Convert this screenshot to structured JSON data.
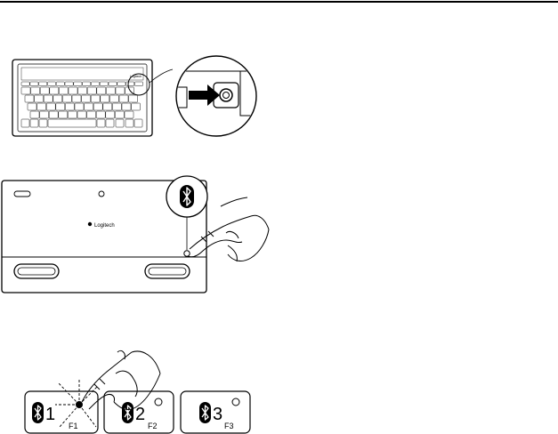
{
  "keyboard": {
    "brand": "Logitech"
  },
  "back_panel": {
    "logo_text": "Logitech"
  },
  "channel_keys": [
    {
      "number": "1",
      "fn": "F1"
    },
    {
      "number": "2",
      "fn": "F2"
    },
    {
      "number": "3",
      "fn": "F3"
    }
  ],
  "icons": {
    "power-switch": "arrow-into-switch",
    "bluetooth": "bluetooth-icon"
  }
}
